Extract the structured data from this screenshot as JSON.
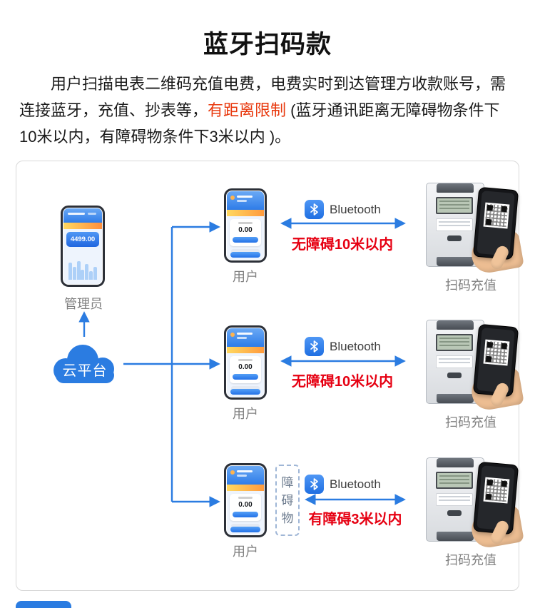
{
  "page": {
    "title": "蓝牙扫码款",
    "intro_part1": "用户扫描电表二维码充值电费，电费实时到达管理方收款账号，需连接蓝牙，充值、抄表等，",
    "intro_highlight": "有距离限制",
    "intro_part2": " (蓝牙通讯距离无障碍物条件下10米以内，有障碍物条件下3米以内 )。"
  },
  "diagram": {
    "admin": {
      "label": "管理员",
      "phone_balance": "4499.00"
    },
    "cloud_label": "云平台",
    "user_phone": {
      "balance": "0.00"
    },
    "rows": [
      {
        "user_label": "用户",
        "bluetooth_label": "Bluetooth",
        "distance_text": "无障碍10米以内",
        "caption": "扫码充值"
      },
      {
        "user_label": "用户",
        "bluetooth_label": "Bluetooth",
        "distance_text": "无障碍10米以内",
        "caption": "扫码充值"
      },
      {
        "user_label": "用户",
        "bluetooth_label": "Bluetooth",
        "distance_text": "有障碍3米以内",
        "caption": "扫码充值",
        "obstacle_label": "障碍物"
      }
    ]
  },
  "colors": {
    "accent_blue": "#2b7ce1",
    "distance_red": "#e60012",
    "highlight_red": "#e8380d",
    "label_gray": "#808080"
  }
}
